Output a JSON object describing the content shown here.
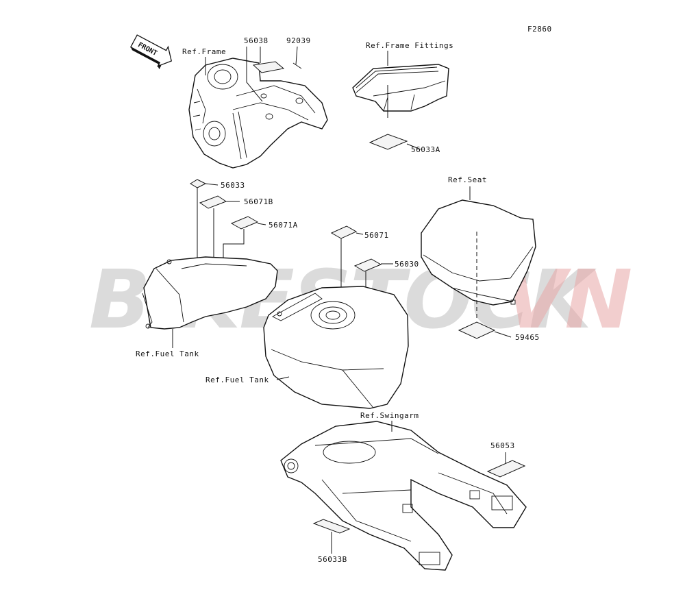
{
  "figure_code": "F2860",
  "front_arrow": "FRONT",
  "watermark": {
    "part1": "BIKESTOCK",
    "part2": "VN",
    "color1": "#b0b0b0",
    "color2": "#e8a6a6"
  },
  "labels": {
    "ref_frame": "Ref.Frame",
    "p56038": "56038",
    "p92039": "92039",
    "ref_frame_fittings": "Ref.Frame Fittings",
    "p56033A": "56033A",
    "p56033": "56033",
    "p56071B": "56071B",
    "p56071A": "56071A",
    "p56071": "56071",
    "p56030": "56030",
    "ref_seat": "Ref.Seat",
    "p59465": "59465",
    "ref_fuel_tank_1": "Ref.Fuel Tank",
    "ref_fuel_tank_2": "Ref.Fuel Tank",
    "ref_swingarm": "Ref.Swingarm",
    "p56053": "56053",
    "p56033B": "56033B"
  }
}
